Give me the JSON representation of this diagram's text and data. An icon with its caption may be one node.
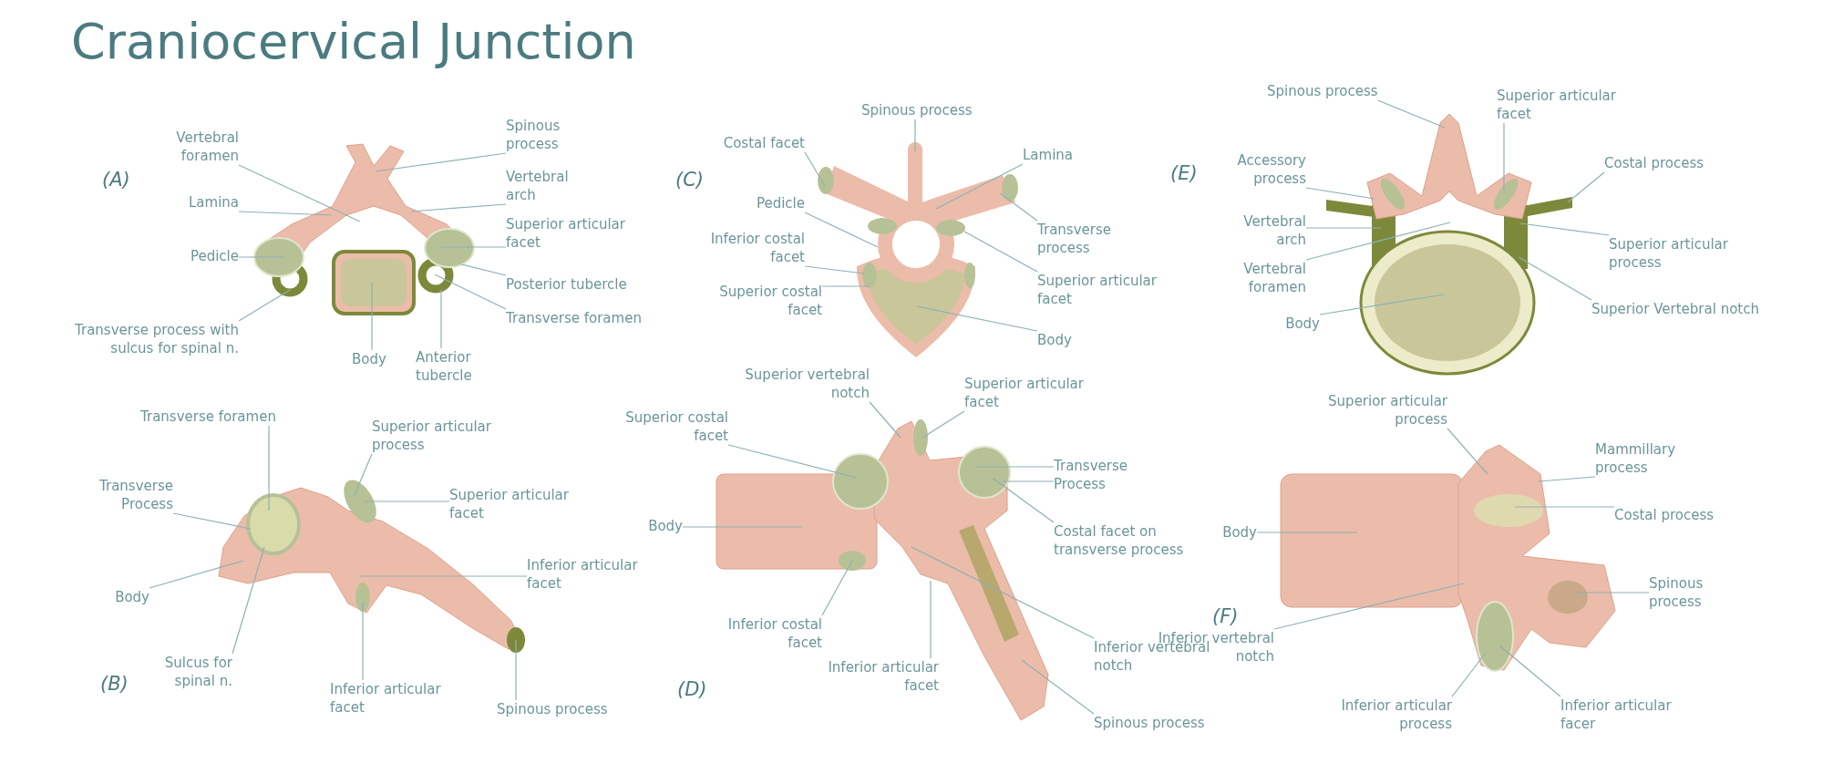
{
  "diagram": {
    "title": "Craniocervical Junction",
    "nodes": [
      {
        "text": [
          "Vertebral foramen"
        ]
      },
      {
        "text": [
          "Lamina"
        ]
      },
      {
        "text": [
          "Pedicle"
        ]
      },
      {
        "text": [
          "Transverse process with sulcus for spinal n."
        ]
      },
      {
        "text": [
          "Body"
        ]
      },
      {
        "text": [
          "Anterior tubercle"
        ]
      },
      {
        "text": [
          "Spinous process"
        ]
      },
      {
        "text": [
          "Vertebral arch"
        ]
      },
      {
        "text": [
          "Superior articular facet"
        ]
      },
      {
        "text": [
          "Posterior tubercle"
        ]
      },
      {
        "text": [
          "Transverse foramen"
        ]
      },
      {
        "text": [
          "Spinous process"
        ]
      },
      {
        "text": [
          "Costal facet"
        ]
      },
      {
        "text": [
          "Lamina"
        ]
      },
      {
        "text": [
          "Pedicle"
        ]
      },
      {
        "text": [
          "Inferior costal facet"
        ]
      },
      {
        "text": [
          "Superior costal facet"
        ]
      },
      {
        "text": [
          "Transverse process"
        ]
      },
      {
        "text": [
          "Superior articular facet"
        ]
      },
      {
        "text": [
          "Body"
        ]
      },
      {
        "text": [
          "Spinous process"
        ]
      },
      {
        "text": [
          "Superior articular facet"
        ]
      },
      {
        "text": [
          "Accessory process"
        ]
      },
      {
        "text": [
          "Costal process"
        ]
      },
      {
        "text": [
          "Vertebral arch"
        ]
      },
      {
        "text": [
          "Vertebral foramen"
        ]
      },
      {
        "text": [
          "Body"
        ]
      },
      {
        "text": [
          "Superior articular process"
        ]
      },
      {
        "text": [
          "Superior Vertebral notch"
        ]
      },
      {
        "text": [
          "Transverse foramen"
        ]
      },
      {
        "text": [
          "Superior articular process"
        ]
      },
      {
        "text": [
          "Transverse Process"
        ]
      },
      {
        "text": [
          "Superior articular facet"
        ]
      },
      {
        "text": [
          "Body"
        ]
      },
      {
        "text": [
          "Inferior articular facet"
        ]
      },
      {
        "text": [
          "Sulcus for spinal n."
        ]
      },
      {
        "text": [
          "Inferior articular facet"
        ]
      },
      {
        "text": [
          "Spinous process"
        ]
      },
      {
        "text": [
          "Superior vertebral notch"
        ]
      },
      {
        "text": [
          "Superior articular facet"
        ]
      },
      {
        "text": [
          "Superior costal facet"
        ]
      },
      {
        "text": [
          "Transverse Process"
        ]
      },
      {
        "text": [
          "Body"
        ]
      },
      {
        "text": [
          "Costal facet on transverse process"
        ]
      },
      {
        "text": [
          "Inferior costal facet"
        ]
      },
      {
        "text": [
          "Inferior articular facet"
        ]
      },
      {
        "text": [
          "Inferior vertebral notch"
        ]
      },
      {
        "text": [
          "Spinous process"
        ]
      },
      {
        "text": [
          "Superior articular process"
        ]
      },
      {
        "text": [
          "Mammillary process"
        ]
      },
      {
        "text": [
          "Costal process"
        ]
      },
      {
        "text": [
          "Body"
        ]
      },
      {
        "text": [
          "Spinous process"
        ]
      },
      {
        "text": [
          "Inferior vertebral notch"
        ]
      },
      {
        "text": [
          "Inferior articular process"
        ]
      },
      {
        "text": [
          "Inferior articular facer"
        ]
      },
      {
        "text": [],
        "shape": "picture"
      },
      {
        "text": [],
        "shape": "picture"
      },
      {
        "text": [],
        "shape": "picture"
      },
      {
        "text": [],
        "shape": "picture"
      },
      {
        "text": [],
        "shape": "picture"
      },
      {
        "text": [],
        "shape": "picture"
      }
    ],
    "edges": [
      {
        "from": 0,
        "to": 56,
        "arrow": "none"
      },
      {
        "from": 1,
        "to": 56,
        "arrow": "none"
      },
      {
        "from": 2,
        "to": 56,
        "arrow": "none"
      },
      {
        "from": 3,
        "to": 56,
        "arrow": "none"
      },
      {
        "from": 4,
        "to": 56,
        "arrow": "none"
      },
      {
        "from": 5,
        "to": 56,
        "arrow": "none"
      },
      {
        "from": 6,
        "to": 56,
        "arrow": "none"
      },
      {
        "from": 7,
        "to": 56,
        "arrow": "none"
      },
      {
        "from": 8,
        "to": 56,
        "arrow": "none"
      },
      {
        "from": 9,
        "to": 56,
        "arrow": "none"
      },
      {
        "from": 10,
        "to": 56,
        "arrow": "none"
      },
      {
        "from": 11,
        "to": 57,
        "arrow": "none"
      },
      {
        "from": 12,
        "to": 57,
        "arrow": "none"
      },
      {
        "from": 13,
        "to": 57,
        "arrow": "none"
      },
      {
        "from": 14,
        "to": 57,
        "arrow": "none"
      },
      {
        "from": 15,
        "to": 57,
        "arrow": "none"
      },
      {
        "from": 16,
        "to": 57,
        "arrow": "none"
      },
      {
        "from": 17,
        "to": 57,
        "arrow": "none"
      },
      {
        "from": 18,
        "to": 57,
        "arrow": "none"
      },
      {
        "from": 19,
        "to": 57,
        "arrow": "none"
      },
      {
        "from": 20,
        "to": 58,
        "arrow": "none"
      },
      {
        "from": 21,
        "to": 58,
        "arrow": "none"
      },
      {
        "from": 22,
        "to": 58,
        "arrow": "none"
      },
      {
        "from": 23,
        "to": 58,
        "arrow": "none"
      },
      {
        "from": 24,
        "to": 58,
        "arrow": "none"
      },
      {
        "from": 25,
        "to": 58,
        "arrow": "none"
      },
      {
        "from": 26,
        "to": 58,
        "arrow": "none"
      },
      {
        "from": 27,
        "to": 58,
        "arrow": "none"
      },
      {
        "from": 28,
        "to": 58,
        "arrow": "none"
      },
      {
        "from": 29,
        "to": 59,
        "arrow": "none"
      },
      {
        "from": 30,
        "to": 59,
        "arrow": "none"
      },
      {
        "from": 31,
        "to": 59,
        "arrow": "none"
      },
      {
        "from": 32,
        "to": 59,
        "arrow": "none"
      },
      {
        "from": 33,
        "to": 59,
        "arrow": "none"
      },
      {
        "from": 34,
        "to": 59,
        "arrow": "none"
      },
      {
        "from": 35,
        "to": 59,
        "arrow": "none"
      },
      {
        "from": 36,
        "to": 59,
        "arrow": "none"
      },
      {
        "from": 37,
        "to": 59,
        "arrow": "none"
      },
      {
        "from": 38,
        "to": 60,
        "arrow": "none"
      },
      {
        "from": 39,
        "to": 60,
        "arrow": "none"
      },
      {
        "from": 40,
        "to": 60,
        "arrow": "none"
      },
      {
        "from": 41,
        "to": 60,
        "arrow": "none"
      },
      {
        "from": 41,
        "to": 60,
        "arrow": "none"
      },
      {
        "from": 42,
        "to": 60,
        "arrow": "none"
      },
      {
        "from": 43,
        "to": 60,
        "arrow": "none"
      },
      {
        "from": 44,
        "to": 60,
        "arrow": "none"
      },
      {
        "from": 45,
        "to": 60,
        "arrow": "none"
      },
      {
        "from": 46,
        "to": 60,
        "arrow": "none"
      },
      {
        "from": 47,
        "to": 60,
        "arrow": "none"
      },
      {
        "from": 48,
        "to": 61,
        "arrow": "none"
      },
      {
        "from": 49,
        "to": 61,
        "arrow": "none"
      },
      {
        "from": 50,
        "to": 61,
        "arrow": "none"
      },
      {
        "from": 51,
        "to": 61,
        "arrow": "none"
      },
      {
        "from": 52,
        "to": 61,
        "arrow": "none"
      },
      {
        "from": 53,
        "to": 61,
        "arrow": "none"
      },
      {
        "from": 54,
        "to": 61,
        "arrow": "none"
      },
      {
        "from": 55,
        "to": 61,
        "arrow": "none"
      }
    ],
    "labels": [
      "(A)",
      "(C)",
      "(E)",
      "(B)",
      "(D)",
      "(F)"
    ]
  }
}
